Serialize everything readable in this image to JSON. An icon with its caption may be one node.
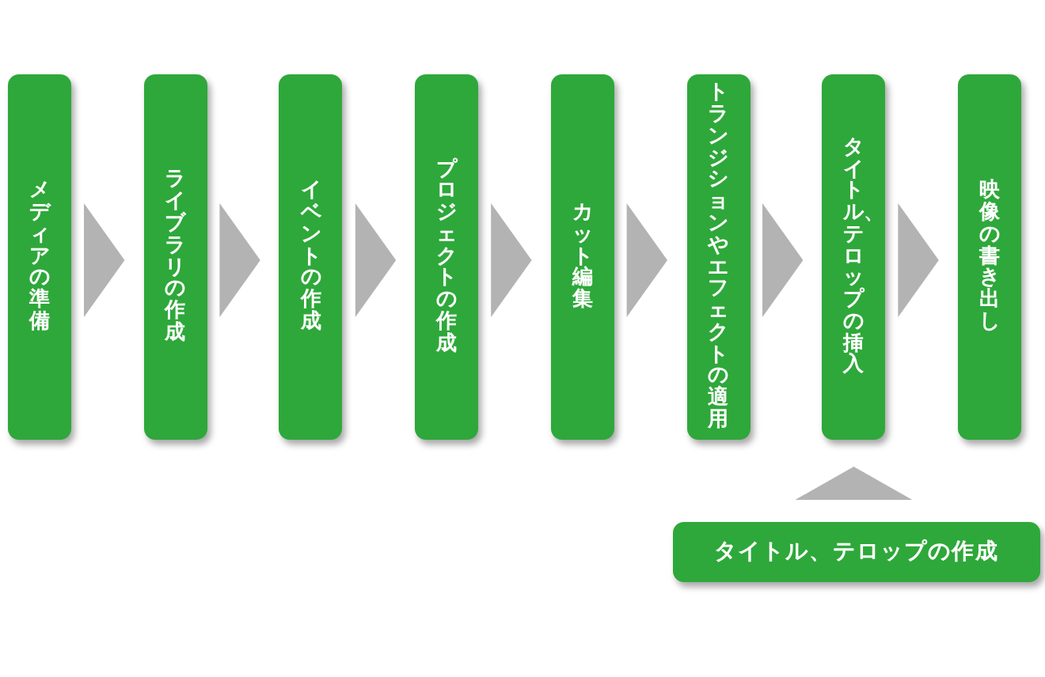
{
  "diagram": {
    "nodes": [
      {
        "text": [
          "メディアの準備"
        ]
      },
      {
        "text": [
          "ライブラリの作成"
        ]
      },
      {
        "text": [
          "イベントの作成"
        ]
      },
      {
        "text": [
          "プロジェクトの作成"
        ]
      },
      {
        "text": [
          "カット編集"
        ]
      },
      {
        "text": [
          "トランジションやエフェクトの適用"
        ]
      },
      {
        "text": [
          "タイトル、テロップの挿入"
        ]
      },
      {
        "text": [
          "映像の書き出し"
        ]
      },
      {
        "text": [
          "タイトル、テロップの作成"
        ]
      }
    ],
    "edges": [
      {
        "from": 0,
        "to": 1,
        "arrow": "to"
      },
      {
        "from": 1,
        "to": 2,
        "arrow": "to"
      },
      {
        "from": 2,
        "to": 3,
        "arrow": "to"
      },
      {
        "from": 3,
        "to": 4,
        "arrow": "to"
      },
      {
        "from": 4,
        "to": 5,
        "arrow": "to"
      },
      {
        "from": 5,
        "to": 6,
        "arrow": "to"
      },
      {
        "from": 6,
        "to": 7,
        "arrow": "to"
      },
      {
        "from": 8,
        "to": 6,
        "arrow": "to"
      }
    ]
  }
}
